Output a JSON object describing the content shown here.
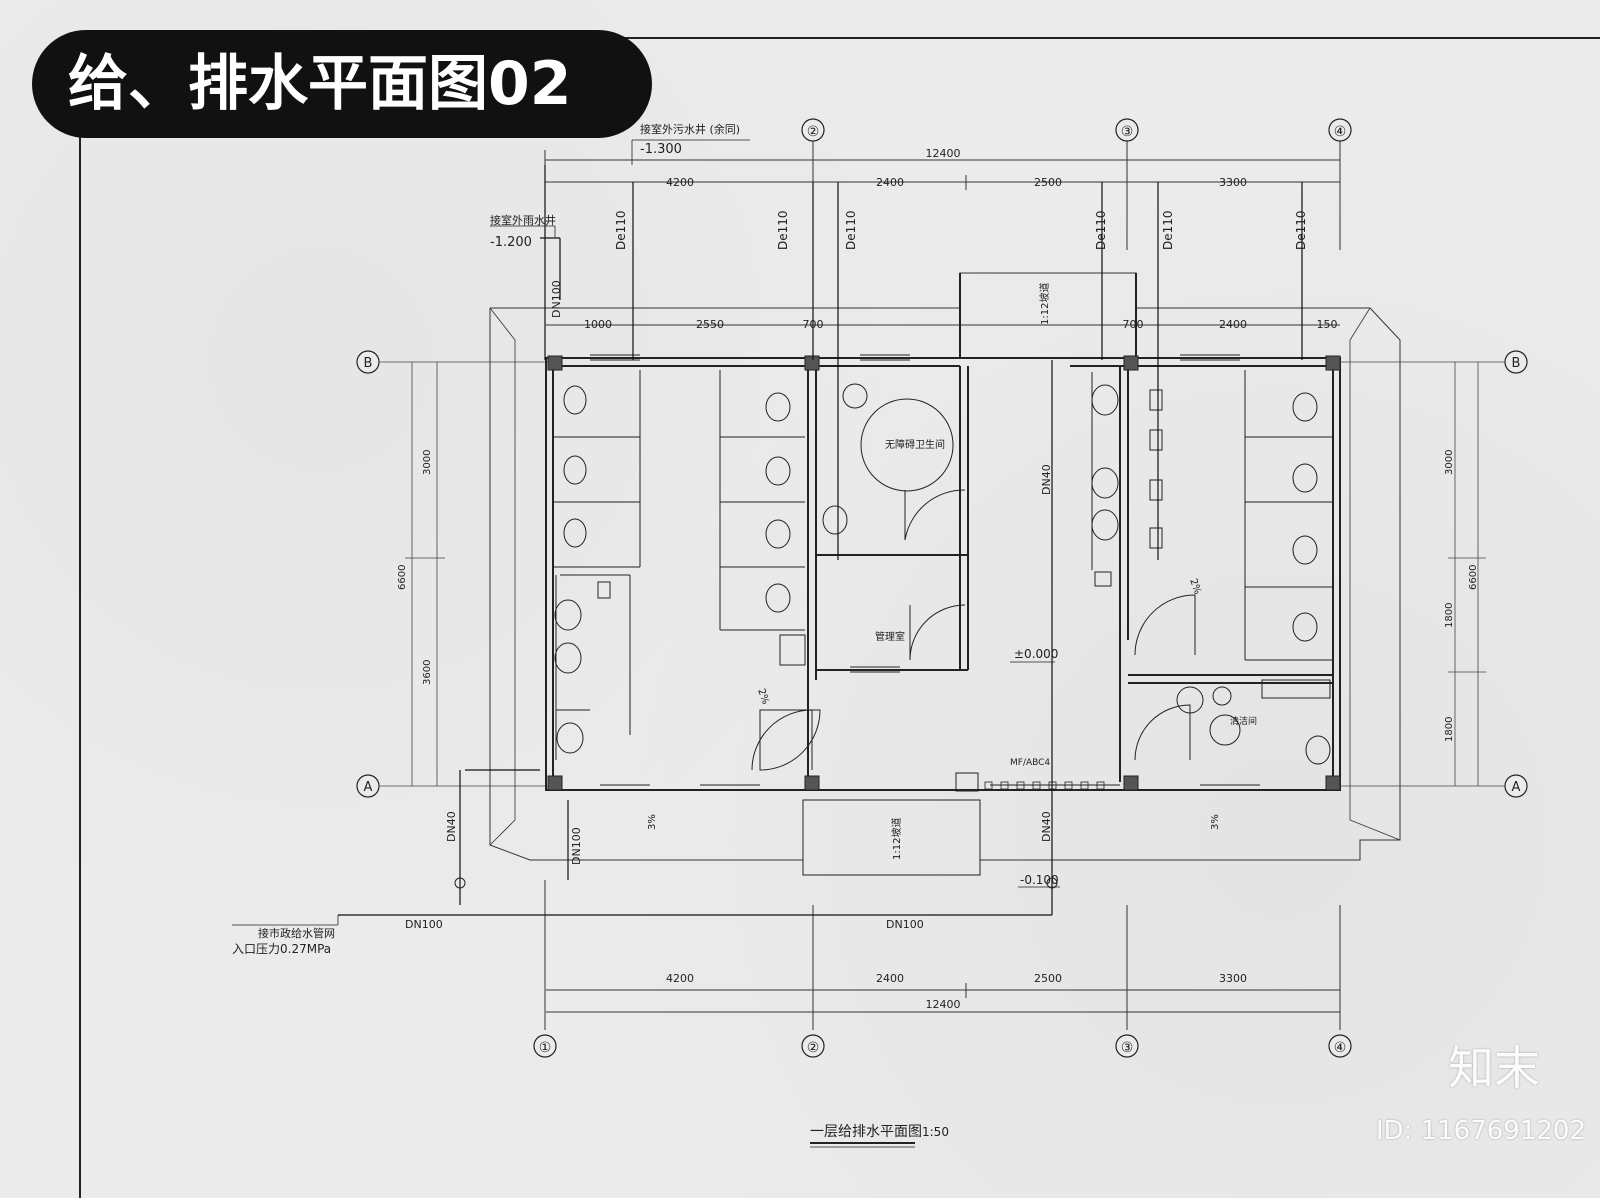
{
  "title": "给、排水平面图02",
  "drawing_title": "一层给排水平面图",
  "scale": "1:50",
  "axes_top": [
    "②",
    "③",
    "④"
  ],
  "axes_bottom": [
    "①",
    "②",
    "③",
    "④"
  ],
  "axes_side": [
    "A",
    "B"
  ],
  "overall_dim": "12400",
  "bay_dims": [
    "4200",
    "2400",
    "2500",
    "3300"
  ],
  "inner_dims_left": [
    "1000",
    "2550",
    "700"
  ],
  "inner_dims_right": [
    "700",
    "2400",
    "150"
  ],
  "vertical_dims_left": [
    "3000",
    "6600",
    "3600"
  ],
  "vertical_dims_right": [
    "3000",
    "6600",
    "1800",
    "1800"
  ],
  "pipe_labels": {
    "de110": "De110",
    "dn100": "DN100",
    "dn40": "DN40"
  },
  "notes": {
    "sewer_well": "接室外污水井 (余同)",
    "sewer_elev": "-1.300",
    "rain_well": "接室外雨水井",
    "rain_elev": "-1.200",
    "water_supply": "接市政给水管网",
    "inlet_pressure": "入口压力0.27MPa",
    "floor_elev": "±0.000",
    "outdoor_elev": "-0.100",
    "ramp": "1:12坡道",
    "slope": "2%",
    "slope2": "3%",
    "accessible": "无障碍卫生间",
    "management": "管理室",
    "fire": "MF/ABC4",
    "mop": "清洁间"
  },
  "watermark": {
    "brand": "知末",
    "id": "ID: 1167691202"
  },
  "colors": {
    "badge": "#111111",
    "line": "#222222",
    "paper": "#ebebeb"
  }
}
